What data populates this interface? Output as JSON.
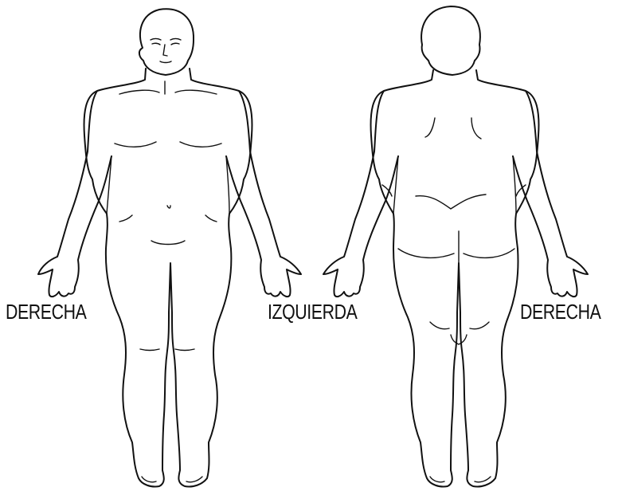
{
  "labels": {
    "right_front": "DERECHA",
    "left": "IZQUIERDA",
    "right_back": "DERECHA"
  },
  "colors": {
    "line": "#111111",
    "background": "#ffffff"
  }
}
